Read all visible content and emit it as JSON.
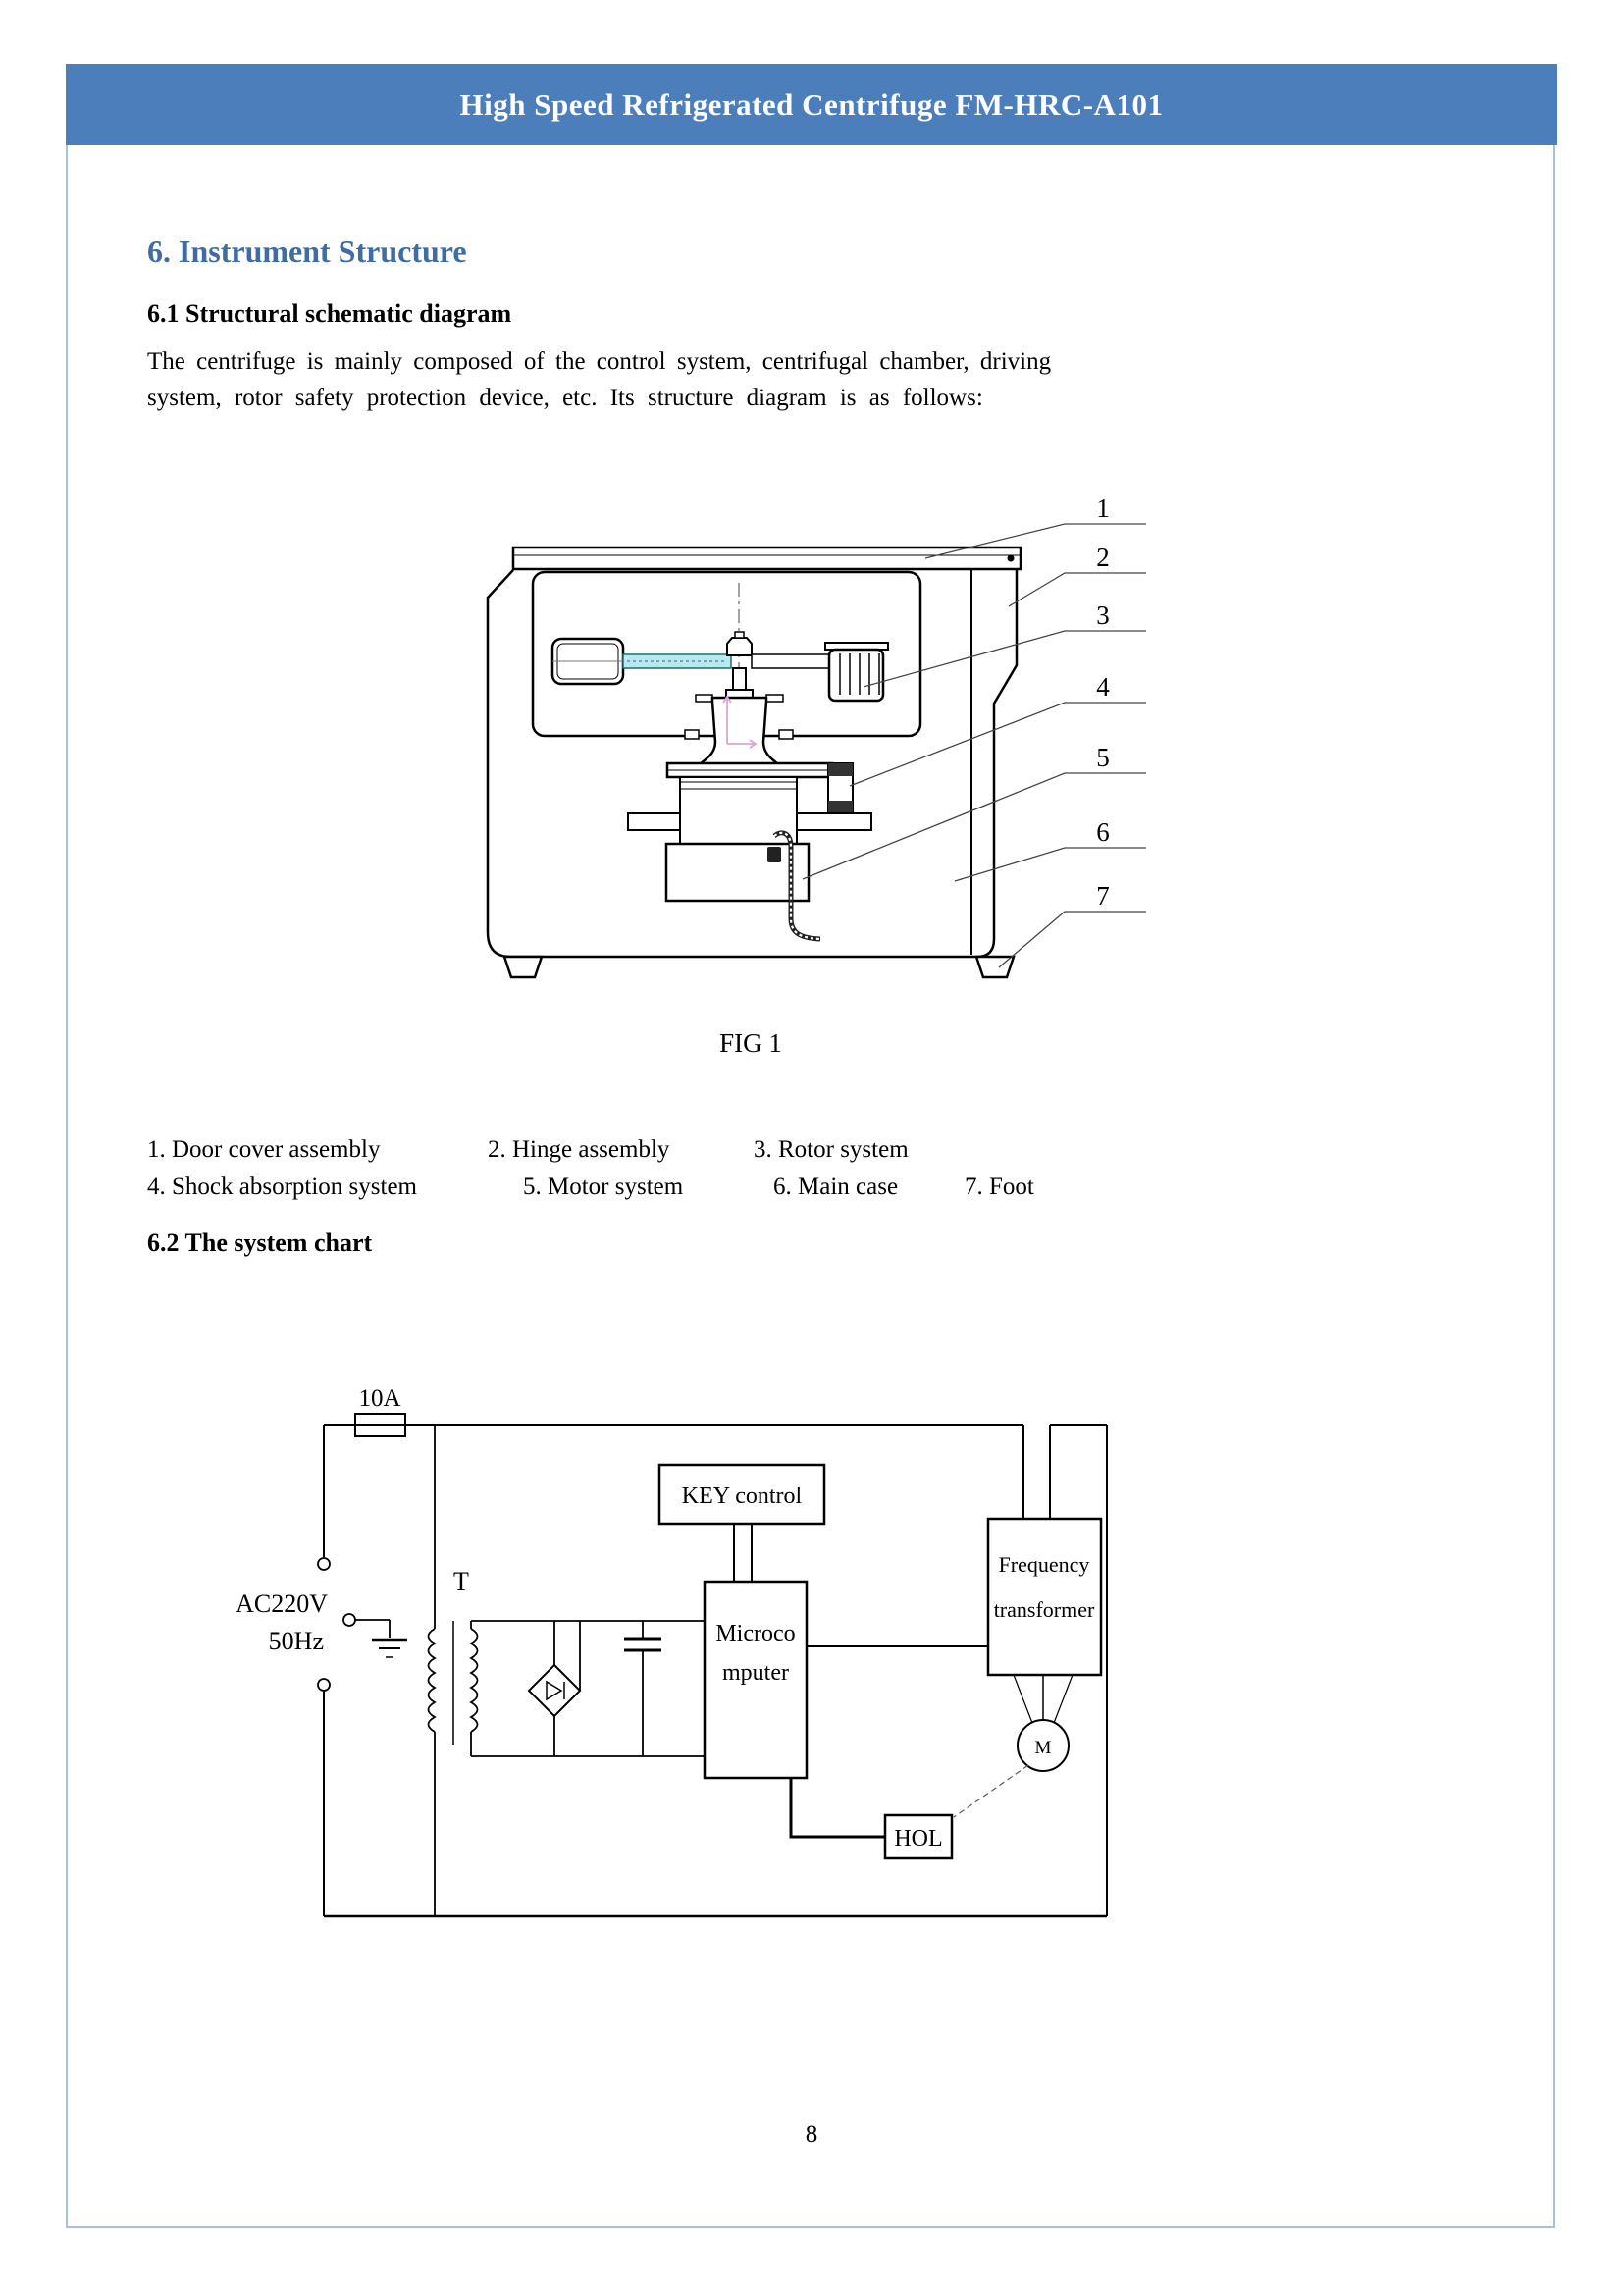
{
  "page": {
    "header_title": "High Speed Refrigerated Centrifuge FM-HRC-A101",
    "page_number": "8"
  },
  "section": {
    "h1": "6.  Instrument Structure",
    "h2_1": "6.1 Structural  schematic  diagram",
    "body_line1": "The centrifuge is mainly composed of the control system, centrifugal chamber, driving",
    "body_line2": "system, rotor safety protection device, etc. Its structure diagram is as follows:",
    "fig1_caption": "FIG 1",
    "h2_2": "6.2 The  system  chart"
  },
  "figure1": {
    "callouts": [
      "1",
      "2",
      "3",
      "4",
      "5",
      "6",
      "7"
    ],
    "legend_line1": [
      "1.  Door  cover  assembly",
      "2.  Hinge  assembly",
      "3.  Rotor  system"
    ],
    "legend_line2": [
      "4.  Shock  absorption  system",
      "5.  Motor  system",
      "6.  Main  case",
      "7.  Foot"
    ]
  },
  "circuit": {
    "fuse_label": "10A",
    "source_label1": "AC220V",
    "source_label2": "50Hz",
    "transformer_label": "T",
    "key_box": "KEY control",
    "micro_line1": "Microco",
    "micro_line2": "mputer",
    "freq_line1": "Frequency",
    "freq_line2": "transformer",
    "motor_label": "M",
    "hol_label": "HOL"
  }
}
